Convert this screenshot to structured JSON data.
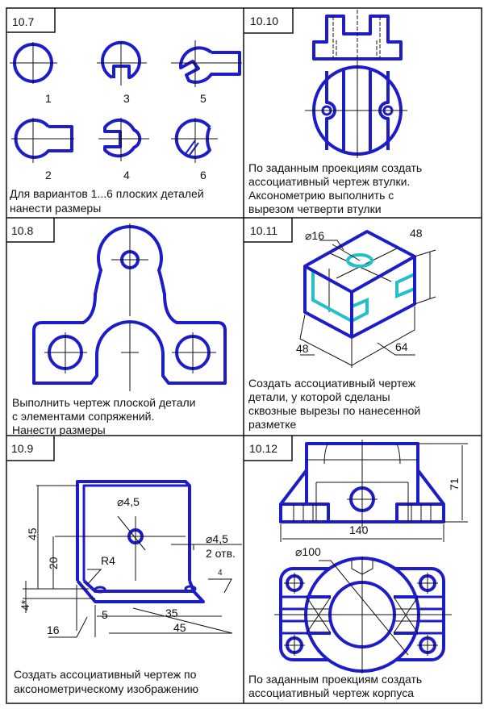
{
  "panels": {
    "p107": {
      "number": "10.7",
      "labels": [
        "1",
        "3",
        "5",
        "2",
        "4",
        "6"
      ],
      "text": [
        "Для вариантов 1...6 плоских деталей",
        "нанести размеры"
      ]
    },
    "p1010": {
      "number": "10.10",
      "text": [
        "По заданным проекциям создать",
        "ассоциативный чертеж втулки.",
        "Аксонометрию выполнить с",
        "вырезом четверти втулки"
      ]
    },
    "p108": {
      "number": "10.8",
      "text": [
        "Выполнить чертеж плоской детали",
        "с элементами сопряжений.",
        "Нанести размеры"
      ]
    },
    "p1011": {
      "number": "10.11",
      "dims": [
        "⌀16",
        "48",
        "48",
        "64"
      ],
      "text": [
        "Создать ассоциативный чертеж",
        "детали,  у которой сделаны",
        "сквозные вырезы по нанесенной",
        "разметке"
      ]
    },
    "p109": {
      "number": "10.9",
      "dims": {
        "hole_dia": "⌀4,5",
        "h45": "45",
        "h20": "20",
        "radius": "R4",
        "holes_dia": "⌀4,5",
        "holes_count": "2 отв.",
        "chamfer": "4",
        "thickness": "4*",
        "d5": "5",
        "d35": "35",
        "d45": "45",
        "d16": "16"
      },
      "text": [
        "Создать ассоциативный чертеж по",
        "аксонометрическому изображению"
      ]
    },
    "p1012": {
      "number": "10.12",
      "dims": {
        "height": "71",
        "width": "140",
        "dia": "⌀100"
      },
      "text": [
        "По заданным проекциям создать",
        "ассоциативный чертеж корпуса"
      ]
    }
  },
  "colors": {
    "line": "#1c1cc8",
    "marking": "#22c0c8"
  }
}
